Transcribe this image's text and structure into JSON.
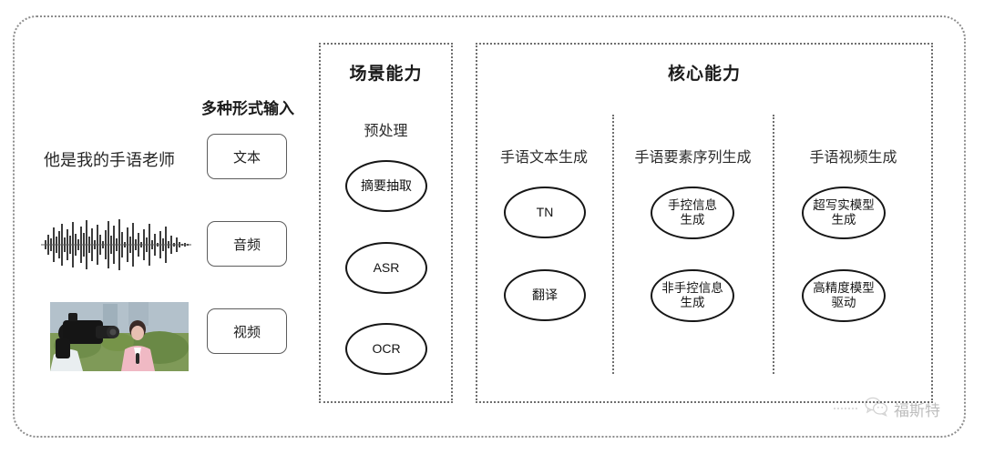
{
  "left_input": {
    "heading": "多种形式输入",
    "sample_text": "他是我的手语老师",
    "buttons": [
      {
        "label": "文本"
      },
      {
        "label": "音频"
      },
      {
        "label": "视频"
      }
    ],
    "waveform_name": "audio-waveform",
    "thumbnail_name": "video-thumbnail"
  },
  "scene_panel": {
    "title": "场景能力",
    "column_title": "预处理",
    "nodes": [
      {
        "label": "摘要抽取"
      },
      {
        "label": "ASR"
      },
      {
        "label": "OCR"
      }
    ]
  },
  "core_panel": {
    "title": "核心能力",
    "columns": [
      {
        "title": "手语文本生成",
        "nodes": [
          {
            "line1": "TN",
            "line2": ""
          },
          {
            "line1": "翻译",
            "line2": ""
          }
        ]
      },
      {
        "title": "手语要素序列生成",
        "nodes": [
          {
            "line1": "手控信息",
            "line2": "生成"
          },
          {
            "line1": "非手控信息",
            "line2": "生成"
          }
        ]
      },
      {
        "title": "手语视频生成",
        "nodes": [
          {
            "line1": "超写实模型",
            "line2": "生成"
          },
          {
            "line1": "高精度模型",
            "line2": "驱动"
          }
        ]
      }
    ]
  },
  "watermark": {
    "text": "福斯特",
    "icon": "wechat-icon"
  },
  "colors": {
    "border": "#6f6f6f",
    "outer_border": "#8d8d8d",
    "node_stroke": "#161616",
    "text": "#1d1d1d",
    "background": "#ffffff"
  }
}
